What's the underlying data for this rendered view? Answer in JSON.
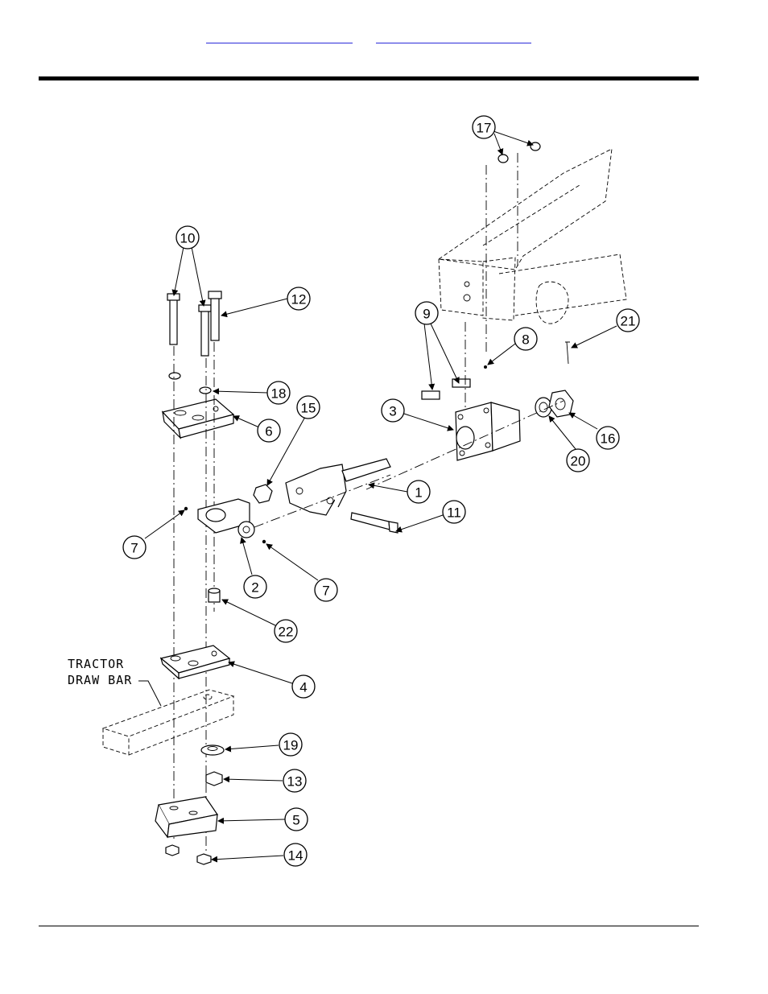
{
  "header": {
    "links": [
      {
        "name": "header-link-left",
        "label": ""
      },
      {
        "name": "header-link-right",
        "label": ""
      }
    ]
  },
  "diagram": {
    "text_label_lines": [
      "TRACTOR",
      "DRAW BAR"
    ],
    "callouts": [
      "17",
      "10",
      "12",
      "9",
      "8",
      "21",
      "18",
      "3",
      "15",
      "6",
      "16",
      "20",
      "1",
      "11",
      "7",
      "2",
      "7",
      "22",
      "4",
      "19",
      "13",
      "5",
      "14"
    ]
  }
}
